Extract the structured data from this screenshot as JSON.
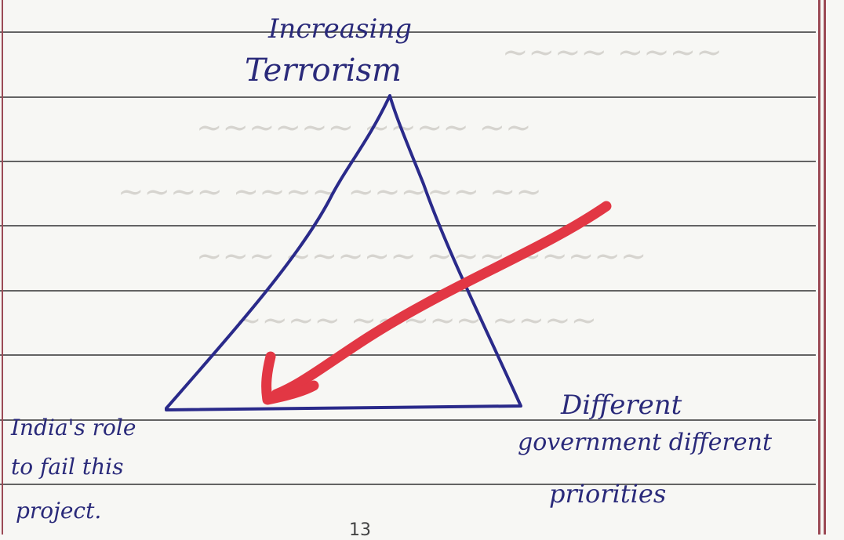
{
  "notes": {
    "apex_label_line1": "Increasing",
    "apex_label_line2": "Terrorism",
    "left_label_line1": "India's role",
    "left_label_line2": "to fail this",
    "left_label_line3": "project.",
    "right_label_line1": "Different",
    "right_label_line2": "government different",
    "right_label_line3": "priorities",
    "page_number": "13"
  },
  "colors": {
    "ink_blue": "#2a2a8a",
    "arrow_red": "#e23744",
    "ruled_line": "#3a3a3a",
    "margin_line": "#9b4a55",
    "paper": "#f7f7f4"
  },
  "icons": {
    "shape": "triangle-diagram",
    "arrow": "red-curved-arrow"
  }
}
